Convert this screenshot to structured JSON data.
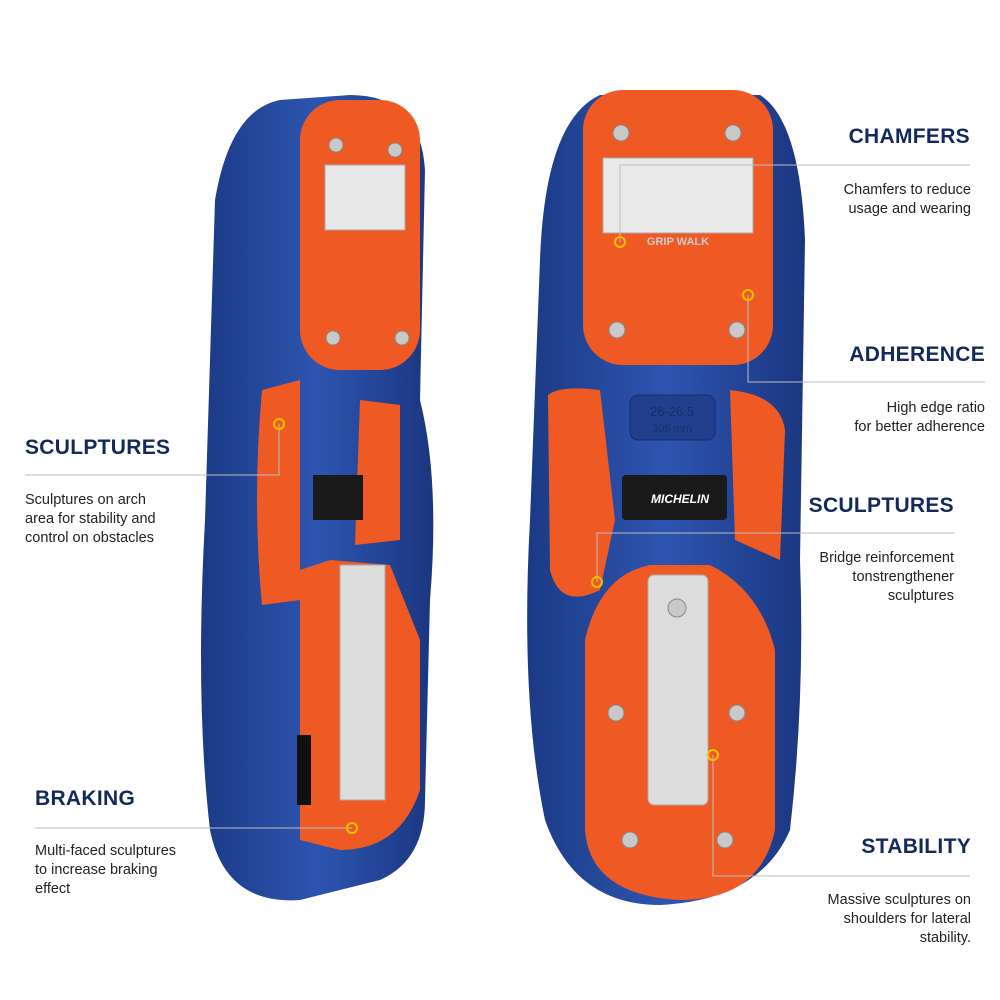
{
  "colors": {
    "navy": "#13295b",
    "sole_blue": "#1f3f8f",
    "orange": "#ef5a24",
    "grey": "#d9d9d9",
    "callout": "#f2c200"
  },
  "sole_markings": {
    "brand": "MICHELIN",
    "grip": "GRIP WALK",
    "size": "26-26.5",
    "length": "305 mm"
  },
  "callouts": [
    {
      "title": "CHAMFERS",
      "text": [
        "Chamfers to reduce",
        "usage and wearing"
      ]
    },
    {
      "title": "ADHERENCE",
      "text": [
        "High edge ratio",
        "for better adherence"
      ]
    },
    {
      "title": "SCULPTURES",
      "text": [
        "Bridge reinforcement",
        "tonstrengthener",
        "sculptures"
      ]
    },
    {
      "title": "STABILITY",
      "text": [
        "Massive sculptures on",
        "shoulders for lateral",
        "stability."
      ]
    },
    {
      "title": "SCULPTURES",
      "text": [
        "Sculptures on arch",
        "area for stability and",
        "control on obstacles"
      ]
    },
    {
      "title": "BRAKING",
      "text": [
        "Multi-faced sculptures",
        "to increase braking",
        "effect"
      ]
    }
  ]
}
